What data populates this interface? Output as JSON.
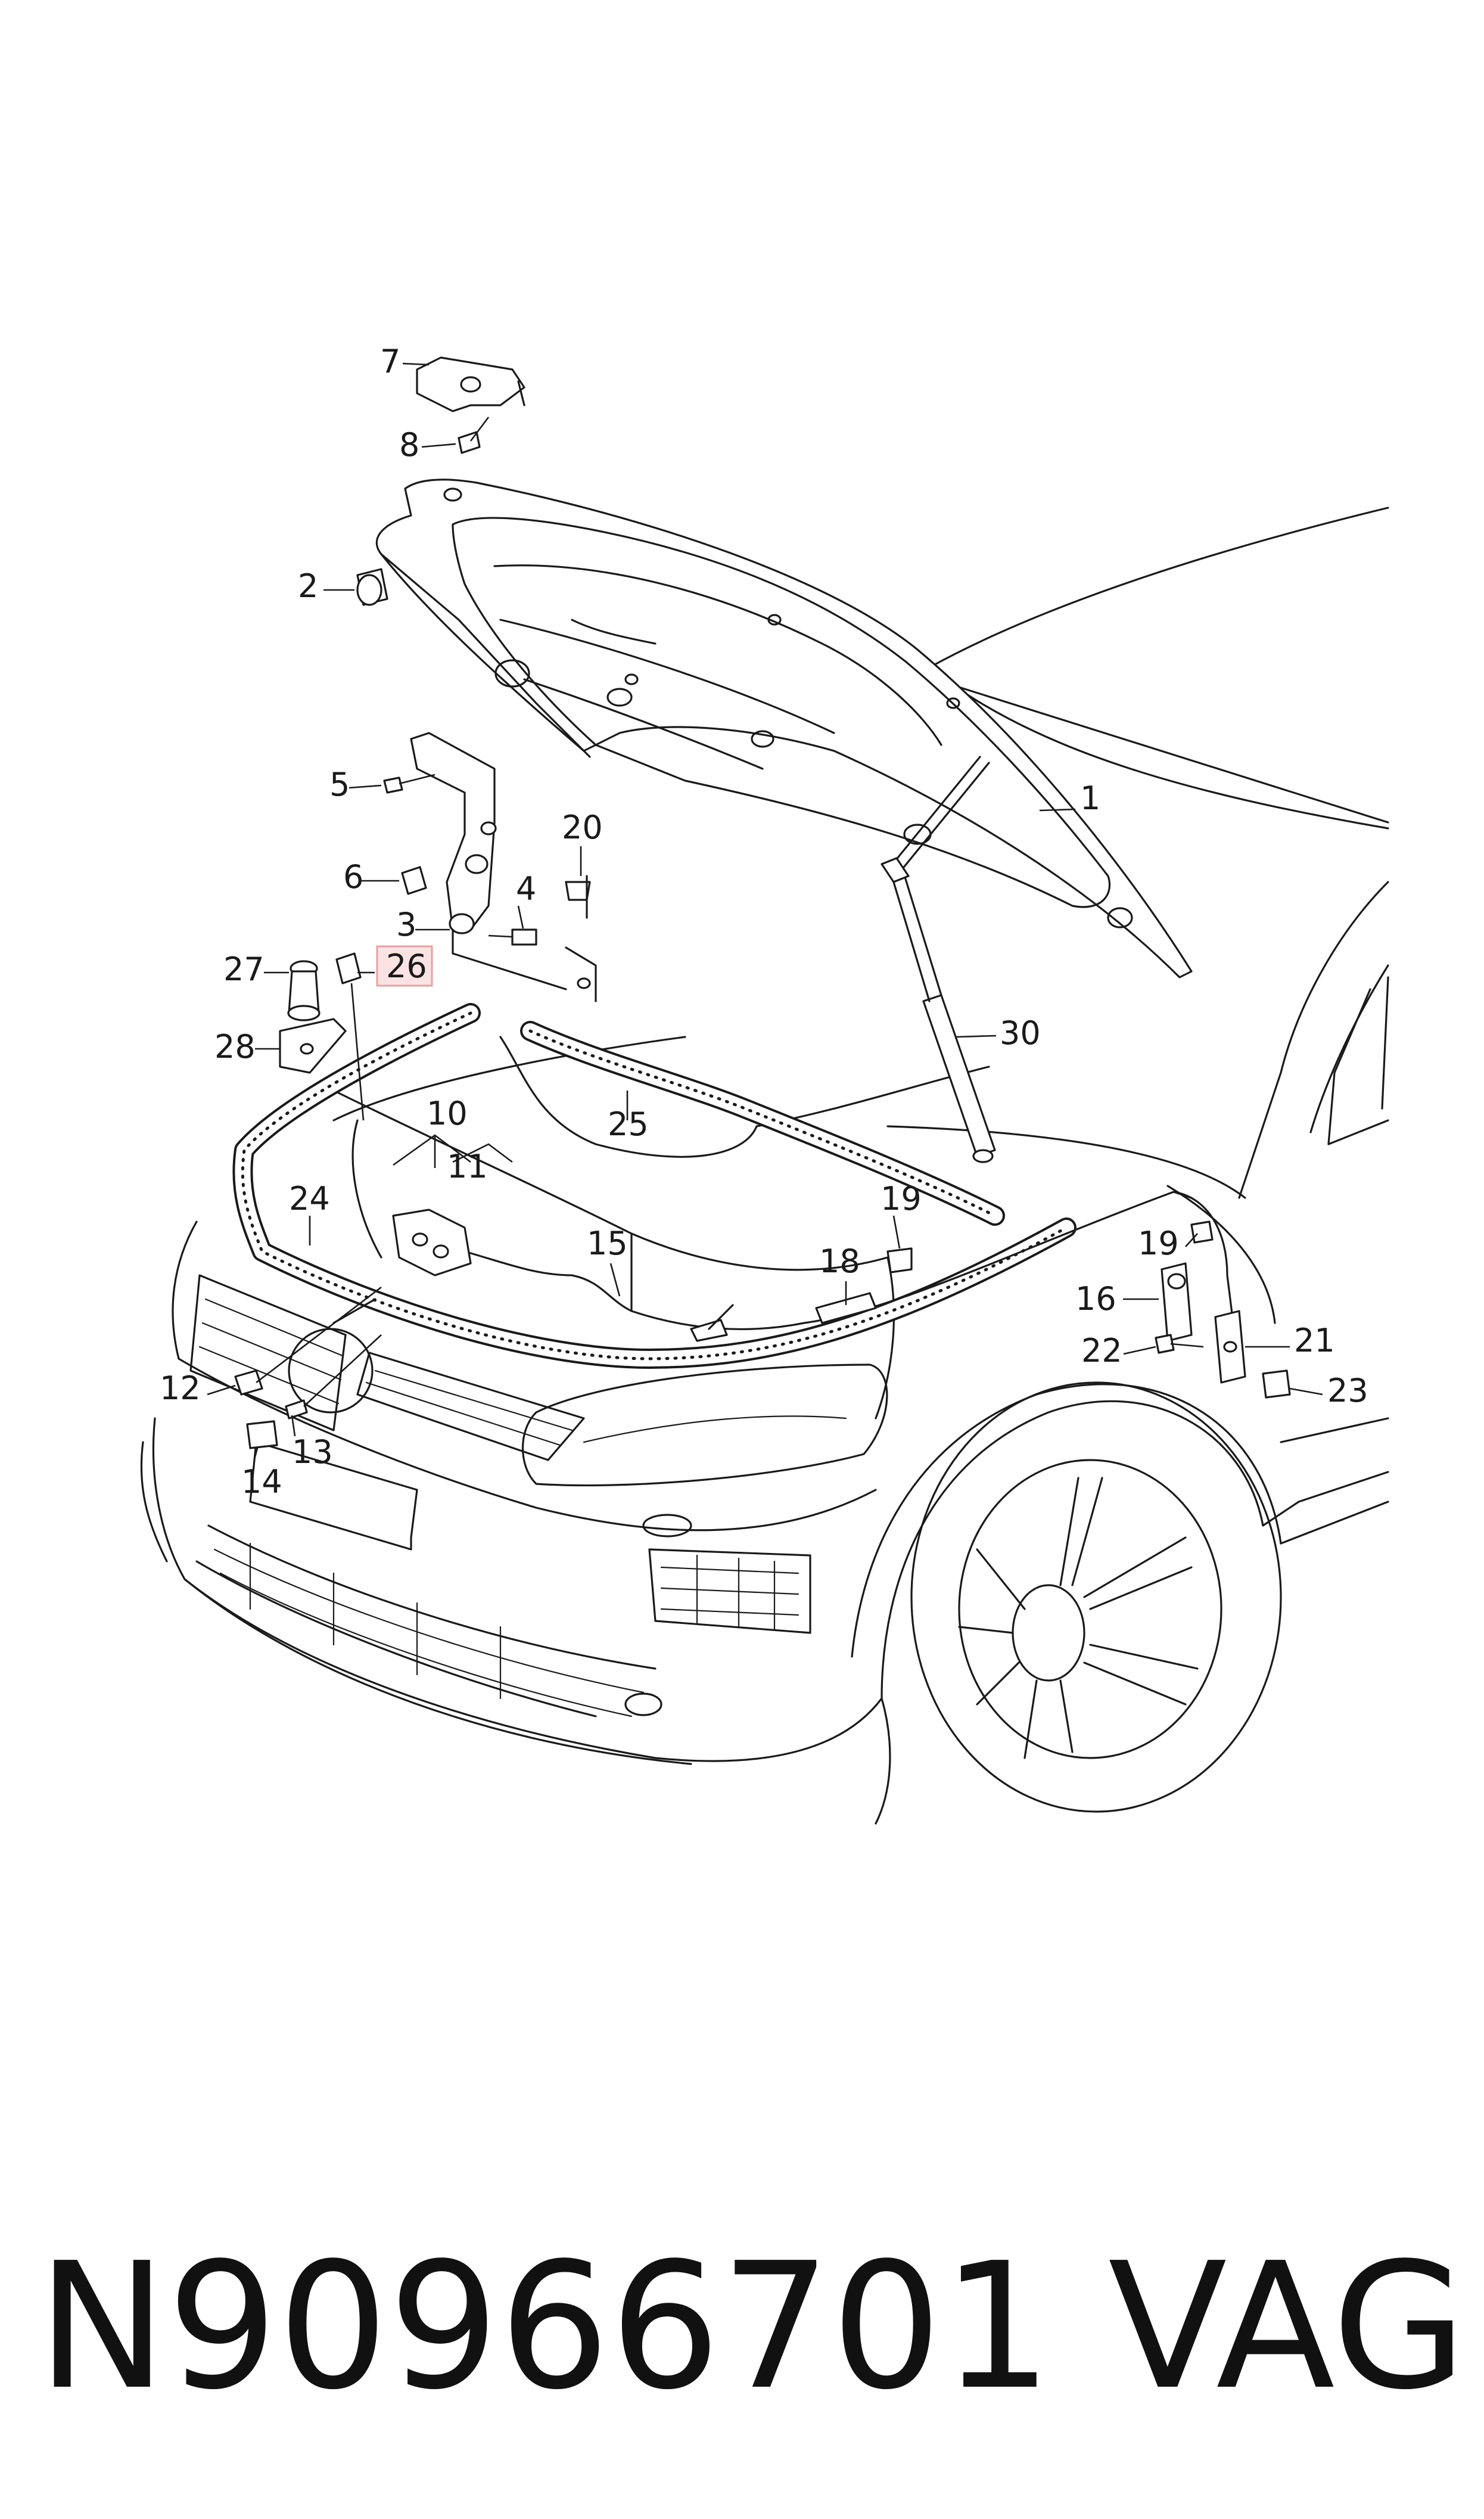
{
  "callouts": {
    "c1": "1",
    "c2": "2",
    "c3": "3",
    "c4": "4",
    "c5": "5",
    "c6": "6",
    "c7": "7",
    "c8": "8",
    "c10": "10",
    "c11": "11",
    "c12": "12",
    "c13": "13",
    "c14": "14",
    "c15": "15",
    "c16": "16",
    "c18": "18",
    "c19a": "19",
    "c19b": "19",
    "c20": "20",
    "c21": "21",
    "c22": "22",
    "c23": "23",
    "c24": "24",
    "c25": "25",
    "c26": "26",
    "c27": "27",
    "c28": "28",
    "c30": "30"
  },
  "highlighted_callout": "26",
  "highlight_color": "#e8a0a0",
  "highlight_fill": "#fbe3e3",
  "footer": {
    "part_number": "N90966701",
    "brand": "VAG"
  }
}
